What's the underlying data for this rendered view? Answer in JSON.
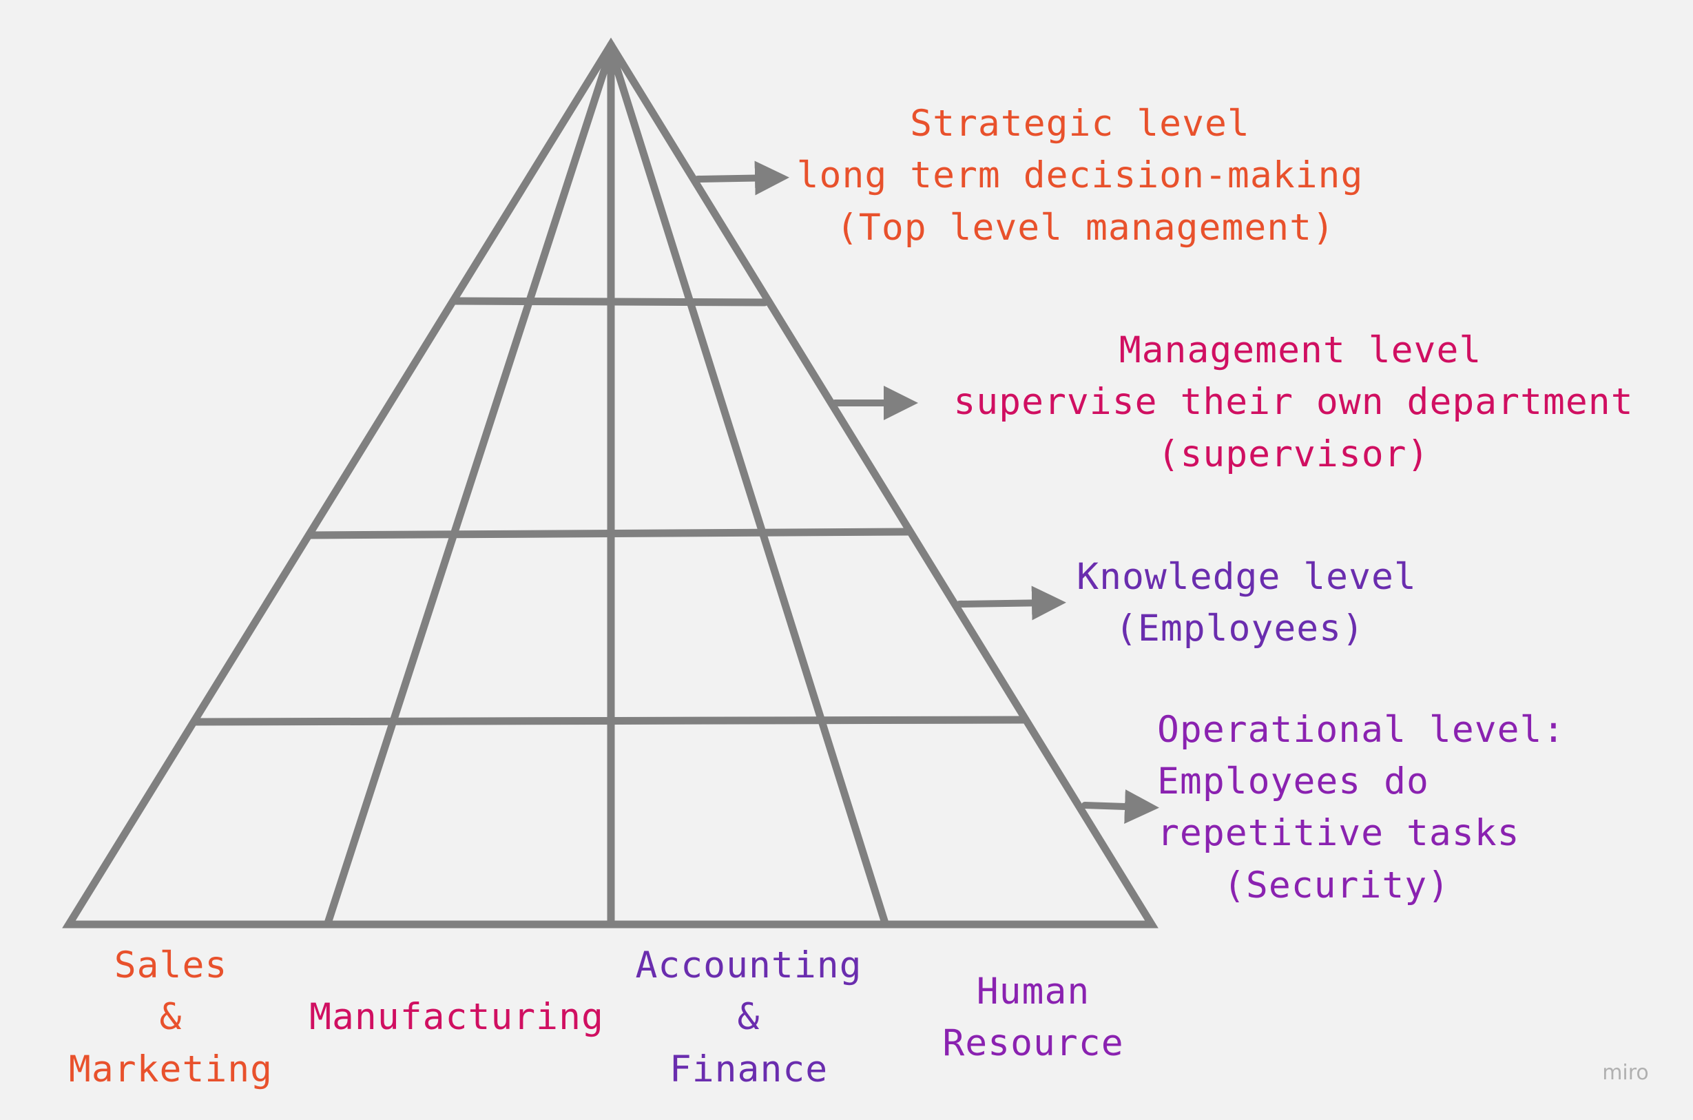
{
  "colors": {
    "background": "#f2f2f2",
    "lines": "#808080",
    "orange": "#e8512c",
    "magenta": "#d00f61",
    "purple": "#6a2dae",
    "violet": "#8a22b0",
    "brand": "#b0b0b0"
  },
  "levels": {
    "strategic": {
      "line1": "Strategic level",
      "line2": "long term decision-making",
      "line3": "(Top level management)"
    },
    "management": {
      "line1": "Management level",
      "line2": "supervise their own department",
      "line3": "(supervisor)"
    },
    "knowledge": {
      "line1": "Knowledge level",
      "line2": "(Employees)"
    },
    "operational": {
      "line1": "Operational level:",
      "line2": "Employees do",
      "line3": "repetitive tasks",
      "line4": "(Security)"
    }
  },
  "departments": {
    "sales": {
      "line1": "Sales",
      "line2": "&",
      "line3": "Marketing"
    },
    "manufacturing": {
      "line1": "Manufacturing"
    },
    "accounting": {
      "line1": "Accounting",
      "line2": "&",
      "line3": "Finance"
    },
    "hr": {
      "line1": "Human",
      "line2": "Resource"
    }
  },
  "brand": "miro"
}
